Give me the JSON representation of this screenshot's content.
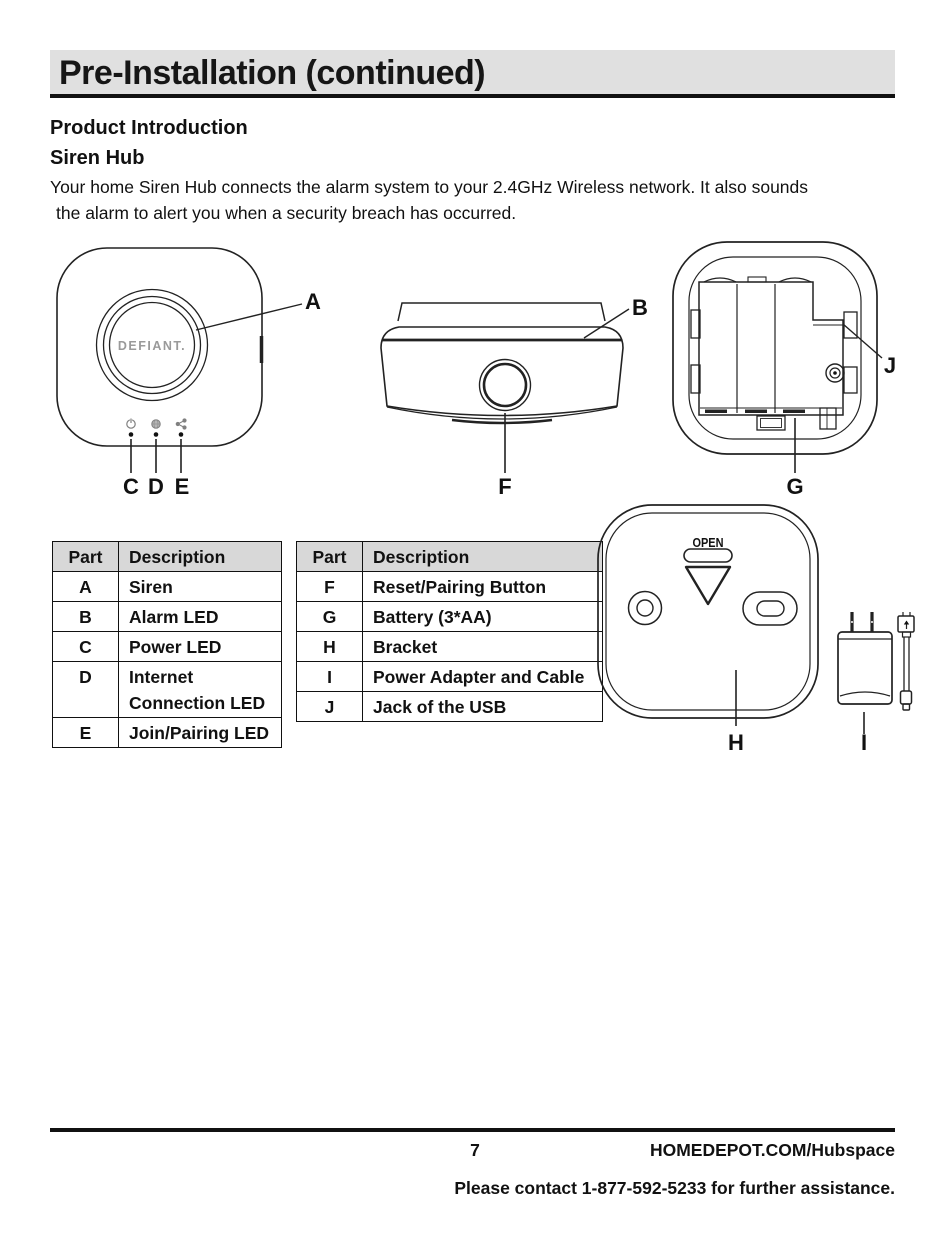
{
  "header": {
    "title": "Pre-Installation (continued)"
  },
  "intro": {
    "section_title": "Product Introduction",
    "subsection_title": "Siren Hub",
    "line1": "Your home Siren Hub connects the alarm system to your 2.4GHz Wireless network. It also sounds",
    "line2": "the alarm to alert you when a security breach has occurred."
  },
  "diagram": {
    "brand": "DEFIANT.",
    "open_label": "OPEN",
    "led_icons": [
      {
        "name": "power-icon"
      },
      {
        "name": "globe-icon"
      },
      {
        "name": "share-icon"
      }
    ],
    "labels": {
      "a": "A",
      "b": "B",
      "c": "C",
      "d": "D",
      "e": "E",
      "f": "F",
      "g": "G",
      "h": "H",
      "i": "I",
      "j": "J"
    }
  },
  "tables": [
    {
      "headers": [
        "Part",
        "Description"
      ],
      "rows": [
        [
          "A",
          "Siren"
        ],
        [
          "B",
          "Alarm LED"
        ],
        [
          "C",
          "Power LED"
        ],
        [
          "D",
          "Internet Connection LED"
        ],
        [
          "E",
          "Join/Pairing LED"
        ]
      ]
    },
    {
      "headers": [
        "Part",
        "Description"
      ],
      "rows": [
        [
          "F",
          "Reset/Pairing Button"
        ],
        [
          "G",
          "Battery (3*AA)"
        ],
        [
          "H",
          "Bracket"
        ],
        [
          "I",
          "Power Adapter and Cable"
        ],
        [
          "J",
          "Jack of the USB"
        ]
      ]
    }
  ],
  "footer": {
    "page_number": "7",
    "website": "HOMEDEPOT.COM/Hubspace",
    "contact": "Please contact 1-877-592-5233 for further assistance."
  },
  "colors": {
    "header_bar": "#e0e0e0",
    "table_header": "#d8d8d8",
    "ink": "#111111",
    "brand_gray": "#9a9a9a"
  }
}
